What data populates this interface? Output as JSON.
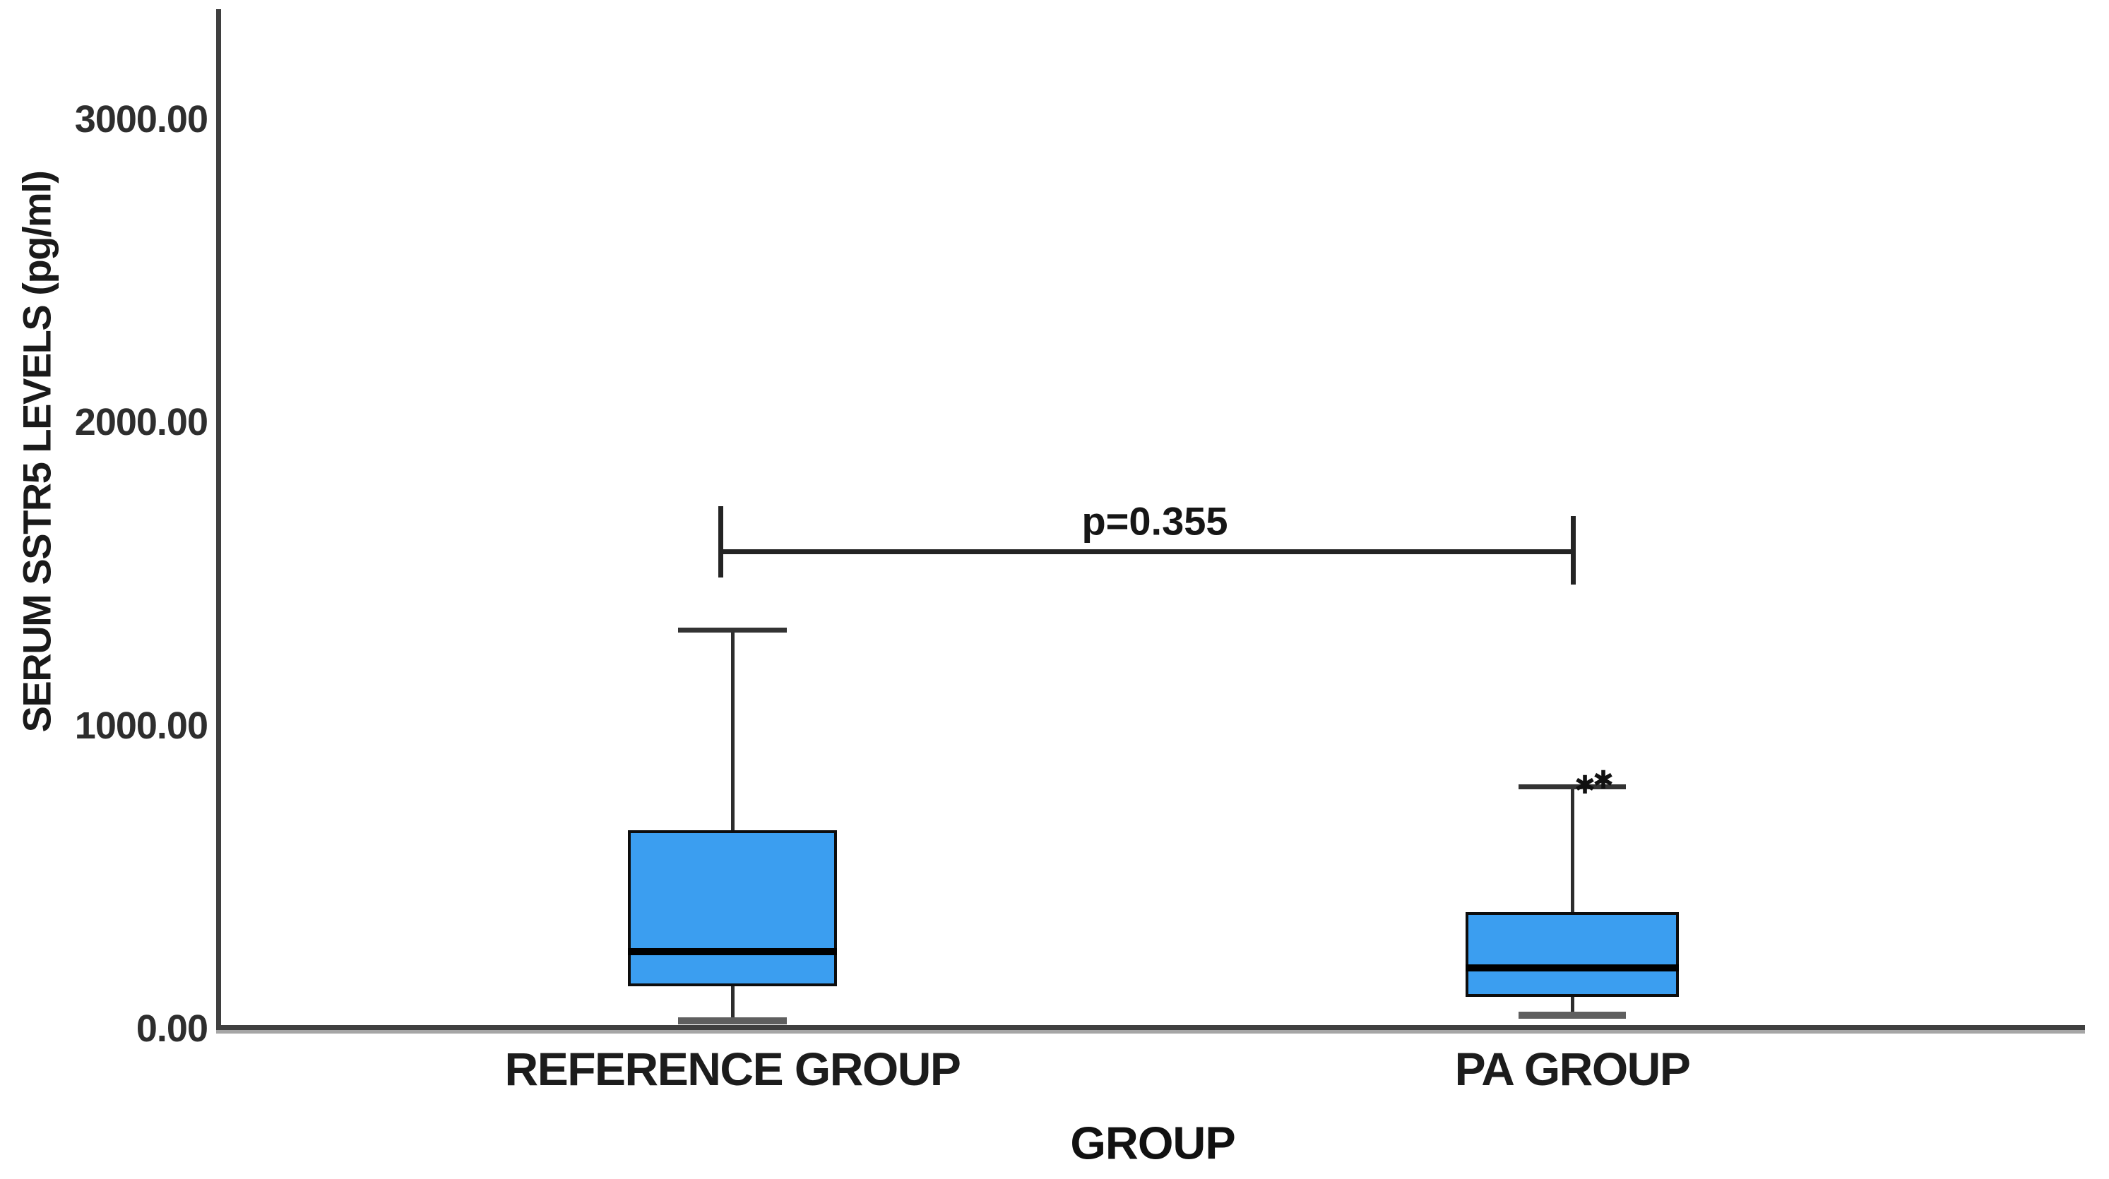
{
  "chart_data": {
    "type": "boxplot",
    "title": "",
    "xlabel": "GROUP",
    "ylabel": "SERUM SSTR5 LEVELS (pg/ml)",
    "categories": [
      "REFERENCE GROUP",
      "PA GROUP"
    ],
    "yticks": [
      {
        "value": 0,
        "label": "0.00"
      },
      {
        "value": 1000,
        "label": "1000.00"
      },
      {
        "value": 2000,
        "label": "2000.00"
      },
      {
        "value": 3000,
        "label": "3000.00"
      }
    ],
    "ylim": [
      0,
      3350
    ],
    "grid": false,
    "frame": "left-bottom-only",
    "legend": "none",
    "series": [
      {
        "group": "REFERENCE GROUP",
        "whisker_low": 25,
        "q1": 140,
        "median": 255,
        "q3": 655,
        "whisker_high": 1315,
        "outliers": []
      },
      {
        "group": "PA GROUP",
        "whisker_low": 45,
        "q1": 105,
        "median": 200,
        "q3": 385,
        "whisker_high": 800,
        "outliers": [
          795,
          810
        ]
      }
    ],
    "outlier_marker": "✱",
    "annotation": {
      "text": "p=0.355",
      "between": [
        "REFERENCE GROUP",
        "PA GROUP"
      ],
      "bracket_value": 1575
    },
    "colors": {
      "box_fill": "#3B9EF0",
      "box_border": "#0d0d0d",
      "median": "#000000",
      "whisker": "#2d2d2d",
      "axis": "#3f3f3f",
      "axis_shadow": "#a6a6a6",
      "text": "#1f1f1f"
    }
  }
}
